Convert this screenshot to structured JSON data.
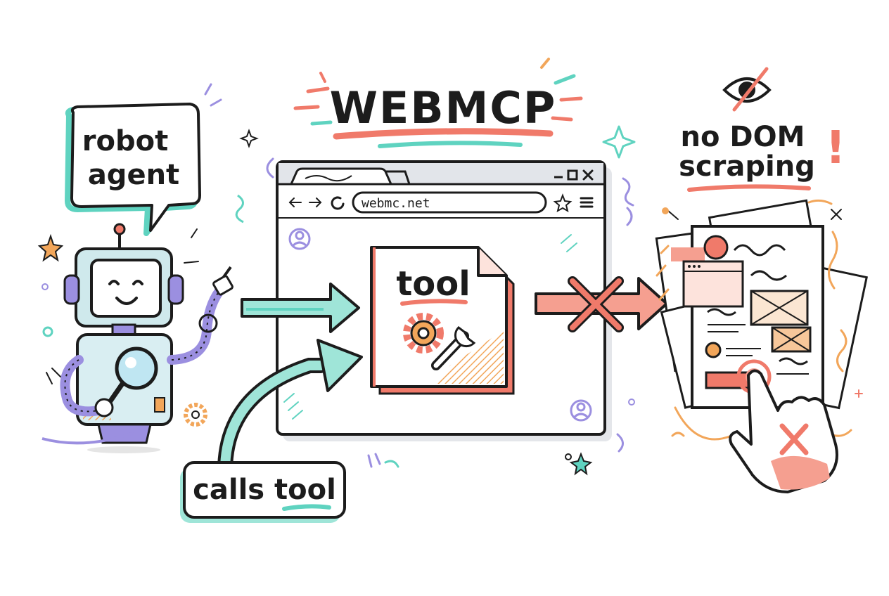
{
  "title": "WEBMCP",
  "speech_bubble": {
    "line1": "robot",
    "line2": "agent"
  },
  "browser": {
    "url": "webmc.net",
    "back_icon": "arrow-left-icon",
    "forward_icon": "arrow-right-icon",
    "reload_icon": "reload-icon",
    "star_icon": "star-icon",
    "menu_icon": "hamburger-icon"
  },
  "tool_doc": {
    "label": "tool"
  },
  "calls_label": "calls tool",
  "warning": {
    "line1": "no DOM",
    "line2": "scraping",
    "mark": "!"
  },
  "colors": {
    "teal": "#5fd3c0",
    "salmon": "#f07a6a",
    "orange": "#f2a65a",
    "purple": "#9b8fe0",
    "ink": "#1c1c1c"
  }
}
